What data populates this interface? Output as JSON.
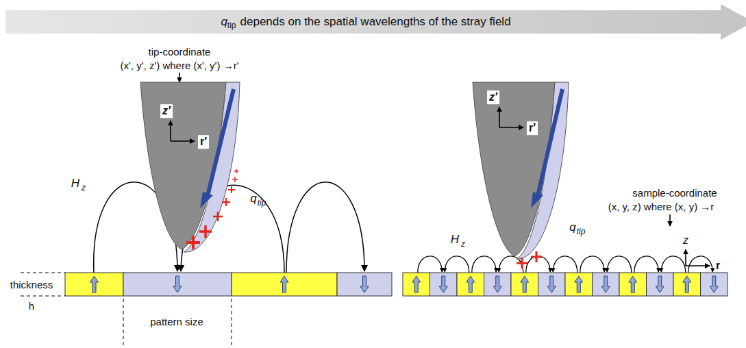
{
  "diagram": {
    "nodes": [
      {
        "text": [
          "q",
          "tip",
          "depends on the spatial wavelengths of the stray field"
        ]
      }
    ],
    "labels": [
      "tip-coordinate",
      "(x', y', z') where (x', y') →r'",
      "z′",
      "r′",
      "H",
      "z",
      "q",
      "tip",
      "thickness",
      "h",
      "pattern size",
      "z′",
      "r′",
      "q",
      "tip",
      "H",
      "z",
      "sample-coordinate",
      "(x, y, z) where (x, y) →r",
      "z",
      "r"
    ]
  }
}
